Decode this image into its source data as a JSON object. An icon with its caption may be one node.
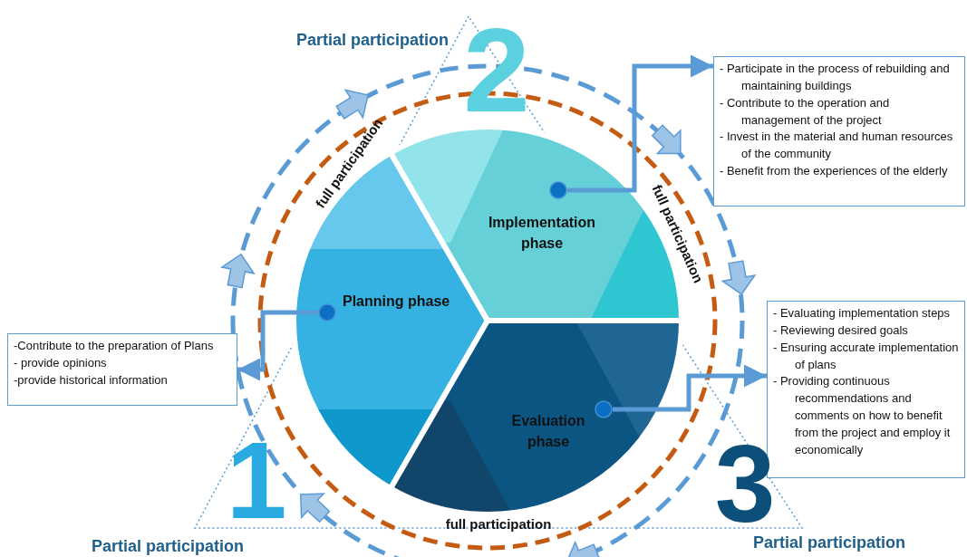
{
  "diagram": {
    "nodes": [
      {
        "text": [
          "Planning phase"
        ]
      },
      {
        "text": [],
        "shape": "circle",
        "in": 0
      },
      {
        "text": [
          "Implementation phase"
        ]
      },
      {
        "text": [],
        "shape": "circle",
        "in": 2
      },
      {
        "text": [
          "Evaluation phase"
        ]
      },
      {
        "text": [],
        "shape": "circle",
        "in": 4
      },
      {
        "text": [
          "-Contribute to the preparation of Plans",
          "- provide opinions",
          " -provide historical information"
        ]
      },
      {
        "text": [
          "- Participate in the process of rebuilding and maintaining buildings",
          "- Contribute to the operation and management of the project",
          "- Invest in the material and human resources of the community",
          "- Benefit from the experiences of the elderly"
        ]
      },
      {
        "text": [
          "- Evaluating implementation steps",
          "- Reviewing desired goals",
          "- Ensuring accurate implementation of plans",
          "- Providing continuous recommendations and comments on how to benefit from the project and employ it economically"
        ]
      }
    ],
    "edges": [
      {
        "from": 1,
        "to": 6,
        "arrow": "to"
      },
      {
        "from": 3,
        "to": 7,
        "arrow": "to"
      },
      {
        "from": 5,
        "to": 8,
        "arrow": "to"
      }
    ],
    "labels": [
      "Partial participation",
      "2",
      "full participation",
      "full participation",
      "1",
      "3",
      "full participation",
      "Partial participation",
      "Partial participation"
    ]
  }
}
